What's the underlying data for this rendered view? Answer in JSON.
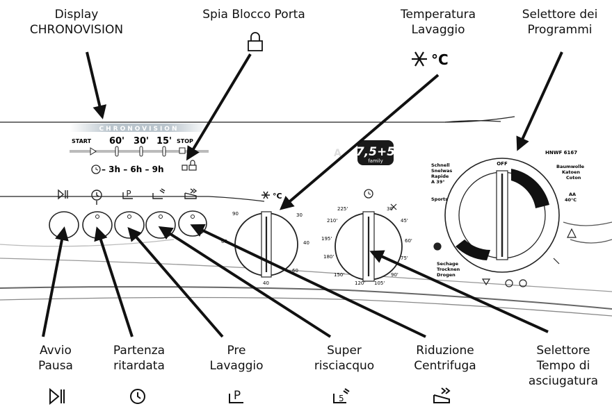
{
  "top_labels": {
    "display": [
      "Display",
      "CHRONOVISION"
    ],
    "door_lock": [
      "Spia Blocco Porta"
    ],
    "wash_temp": [
      "Temperatura",
      "Lavaggio"
    ],
    "program_selector": [
      "Selettore dei",
      "Programmi"
    ]
  },
  "bottom_labels": {
    "start_pause": [
      "Avvio",
      "Pausa"
    ],
    "delayed_start": [
      "Partenza",
      "ritardata"
    ],
    "prewash": [
      "Pre",
      "Lavaggio"
    ],
    "super_rinse": [
      "Super",
      "risciacquo"
    ],
    "spin_reduction": [
      "Riduzione",
      "Centrifuga"
    ],
    "dry_time_selector": [
      "Selettore",
      "Tempo di",
      "asciugatura"
    ]
  },
  "panel": {
    "chronovision": "CHRONOVISION",
    "start": "START",
    "stop": "STOP",
    "times": [
      "60'",
      "30'",
      "15'"
    ],
    "delay": "– 3h – 6h – 9h",
    "badge": "7,5+5",
    "badge_sub": "family",
    "model": "HNWF 6167",
    "temp_unit": "°C",
    "temp_ticks": [
      "30",
      "40",
      "60",
      "90",
      "60",
      "40"
    ],
    "dry_ticks": [
      "225'",
      "210'",
      "195'",
      "180'",
      "150'",
      "120'",
      "105'",
      "90'",
      "75'",
      "60'",
      "45'",
      "30'"
    ],
    "prog_left": [
      "Schnell",
      "Snelwas",
      "Rapide",
      "A 39°"
    ],
    "prog_right": [
      "Baumwolle",
      "Katoen",
      "Coton"
    ],
    "prog_aa": [
      "AA",
      "40°C"
    ],
    "prog_bottom": [
      "Sechage",
      "Trocknen",
      "Drogen"
    ],
    "sports": "Sports",
    "off": "OFF"
  },
  "icons": {
    "start_pause": "play-pause-icon",
    "delayed_start": "clock-icon",
    "prewash": "prewash-icon",
    "super_rinse": "rinse-icon",
    "spin_reduction": "spin-reduction-icon",
    "door_lock": "padlock-icon",
    "temperature": "snowflake-celsius-icon"
  }
}
